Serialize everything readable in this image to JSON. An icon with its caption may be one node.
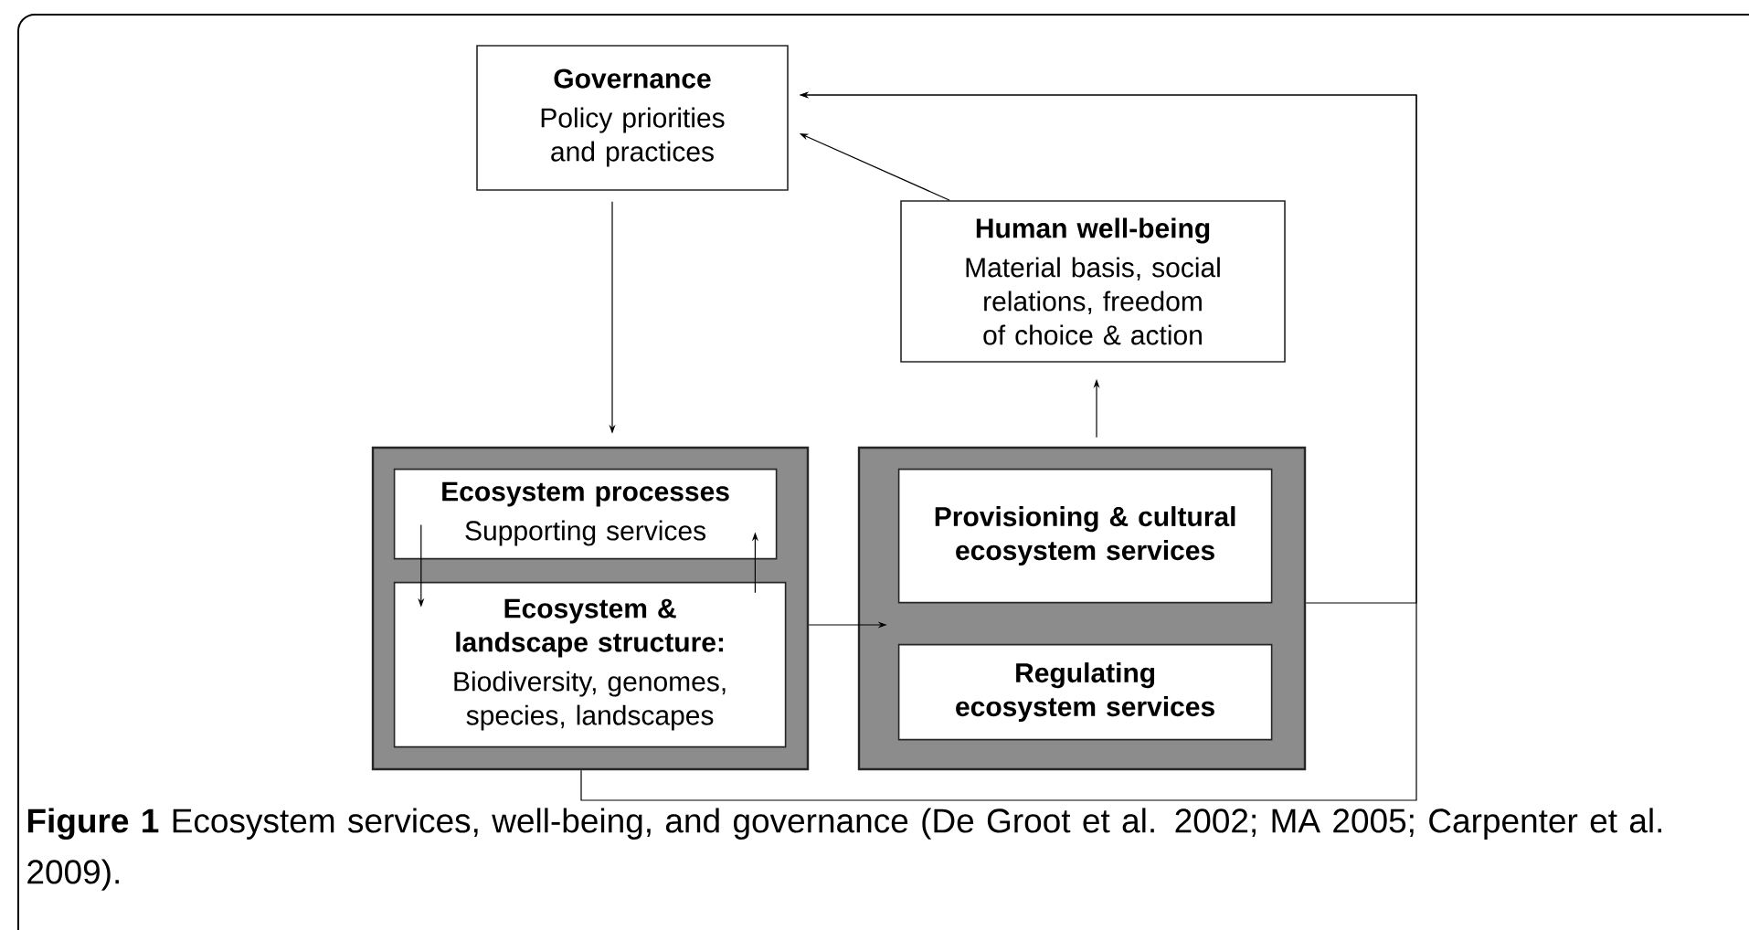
{
  "diagram": {
    "caption": "**Figure 1** Ecosystem services, well-being, and governance (De Groot et al. 2002; MA 2005; Carpenter et al. 2009).",
    "nodes": [
      {
        "text": [
          "Governance",
          "Policy priorities and practices"
        ]
      },
      {
        "text": [
          "Human well-being",
          "Material basis, social relations, freedom of choice & action"
        ]
      },
      {
        "text": [],
        "shape": "box"
      },
      {
        "text": [
          "Ecosystem processes",
          "Supporting services"
        ],
        "in": 2
      },
      {
        "text": [
          "Ecosystem & landscape structure:",
          "Biodiversity, genomes, species, landscapes"
        ],
        "in": 2
      },
      {
        "text": [],
        "shape": "box"
      },
      {
        "text": [
          "Provisioning & cultural ecosystem services"
        ],
        "in": 5
      },
      {
        "text": [
          "Regulating ecosystem services"
        ],
        "in": 5
      }
    ],
    "edges": [
      {
        "from": 0,
        "to": 2,
        "arrow": "to"
      },
      {
        "from": 1,
        "to": 0,
        "arrow": "to"
      },
      {
        "from": 5,
        "to": 1,
        "arrow": "to"
      },
      {
        "from": 3,
        "to": 4,
        "arrow": "to"
      },
      {
        "from": 4,
        "to": 3,
        "arrow": "to"
      },
      {
        "from": 2,
        "to": 5,
        "arrow": "to"
      },
      {
        "from": 5,
        "to": 0,
        "arrow": "to"
      },
      {
        "from": 2,
        "to": 0,
        "arrow": "to"
      }
    ]
  }
}
